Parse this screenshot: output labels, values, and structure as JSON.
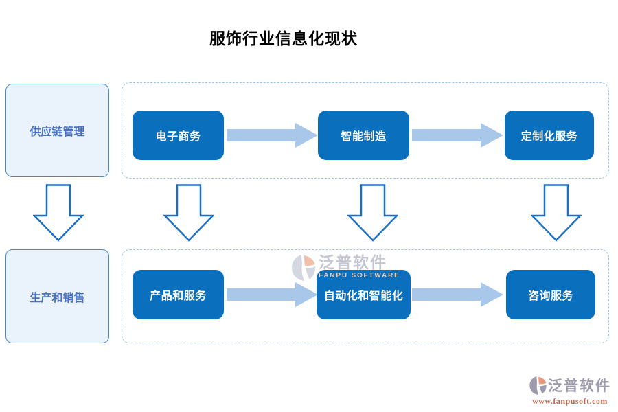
{
  "title": "服饰行业信息化现状",
  "left_column": {
    "top_box_label": "供应链管理",
    "bottom_box_label": "生产和销售"
  },
  "flows": {
    "top": [
      "电子商务",
      "智能制造",
      "定制化服务"
    ],
    "bottom": [
      "产品和服务",
      "自动化和智能化",
      "咨询服务"
    ]
  },
  "watermark": {
    "name": "泛普软件",
    "subtitle": "FANPU SOFTWARE"
  },
  "footer": {
    "brand": "泛普软件",
    "url": "www.fanpusoft.com"
  },
  "colors": {
    "flow_box": "#0a6fbc",
    "flow_arrow": "#a9c7e9",
    "dashed_border": "#9dc3e6",
    "side_box_fill": "#eaf2fb",
    "side_box_border": "#4a8ac9",
    "side_box_text": "#4a72c4",
    "down_arrow": "#1b6ec2",
    "watermark_gray": "#c4c7d1",
    "watermark_peach": "#edc9b2",
    "brand_gray": "#9e9aab",
    "url_orange": "#c5654e"
  }
}
